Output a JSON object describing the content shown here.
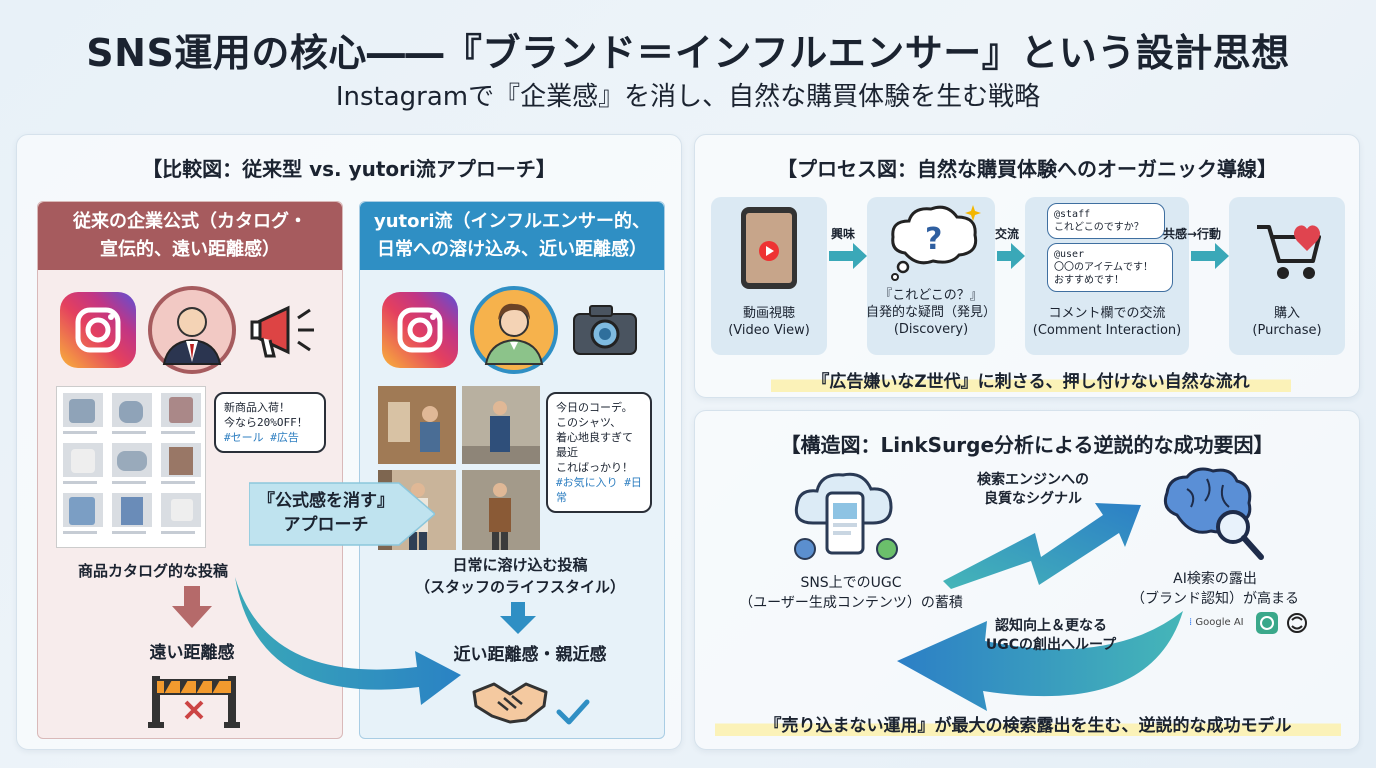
{
  "header": {
    "title": "SNS運用の核心――『ブランド＝インフルエンサー』という設計思想",
    "subtitle": "Instagramで『企業感』を消し、自然な購買体験を生む戦略"
  },
  "comparison": {
    "title": "【比較図：従来型 vs. yutori流アプローチ】",
    "traditional": {
      "heading_line1": "従来の企業公式（カタログ・",
      "heading_line2": "宣伝的、遠い距離感）",
      "bubble_line1": "新商品入荷！",
      "bubble_line2": "今なら20%OFF！",
      "bubble_tags": "#セール #広告",
      "caption": "商品カタログ的な投稿",
      "result": "遠い距離感",
      "color": "#a65b5e"
    },
    "bridge_line1": "『公式感を消す』",
    "bridge_line2": "アプローチ",
    "yutori": {
      "heading_line1": "yutori流（インフルエンサー的、",
      "heading_line2": "日常への溶け込み、近い距離感）",
      "bubble_line1": "今日のコーデ。",
      "bubble_line2": "このシャツ、",
      "bubble_line3": "着心地良すぎて最近",
      "bubble_line4": "こればっかり！",
      "bubble_tags": "#お気に入り #日常",
      "caption_line1": "日常に溶け込む投稿",
      "caption_line2": "（スタッフのライフスタイル）",
      "result": "近い距離感・親近感",
      "color": "#2f8fc4"
    }
  },
  "process": {
    "title": "【プロセス図：自然な購買体験へのオーガニック導線】",
    "steps": [
      {
        "label_line1": "動画視聴",
        "label_line2": "(Video View)"
      },
      {
        "label_line1": "『これどこの？』",
        "label_line2": "自発的な疑問（発見）",
        "label_line3": "(Discovery)"
      },
      {
        "label_line1": "コメント欄での交流",
        "label_line2": "(Comment Interaction)"
      },
      {
        "label_line1": "購入",
        "label_line2": "(Purchase)"
      }
    ],
    "arrows": [
      "興味",
      "交流",
      "共感→行動"
    ],
    "comment1_user": "@staff",
    "comment1_text": "これどこのですか？",
    "comment2_user": "@user",
    "comment2_line1": "〇〇のアイテムです！",
    "comment2_line2": "おすすめです！",
    "footer": "『広告嫌いなZ世代』に刺さる、押し付けない自然な流れ"
  },
  "structure": {
    "title": "【構造図：LinkSurge分析による逆説的な成功要因】",
    "left_line1": "SNS上でのUGC",
    "left_line2": "（ユーザー生成コンテンツ）の蓄積",
    "top_line1": "検索エンジンへの",
    "top_line2": "良質なシグナル",
    "right_line1": "AI検索の露出",
    "right_line2": "（ブランド認知）が高まる",
    "bottom_line1": "認知向上＆更なる",
    "bottom_line2": "UGCの創出へループ",
    "google_ai": "Google AI",
    "footer": "『売り込まない運用』が最大の検索露出を生む、逆説的な成功モデル"
  },
  "colors": {
    "traditional": "#a65b5e",
    "yutori": "#2f8fc4",
    "accent_arrow": "#3aa8b8",
    "highlight": "#fbf2b8"
  },
  "icons": [
    "instagram-icon",
    "businessman-icon",
    "megaphone-icon",
    "casual-person-icon",
    "camera-icon",
    "phone-video-icon",
    "question-bubble-icon",
    "cart-heart-icon",
    "cloud-phone-icon",
    "brain-search-icon",
    "handshake-icon",
    "barrier-icon",
    "checkmark-icon"
  ]
}
